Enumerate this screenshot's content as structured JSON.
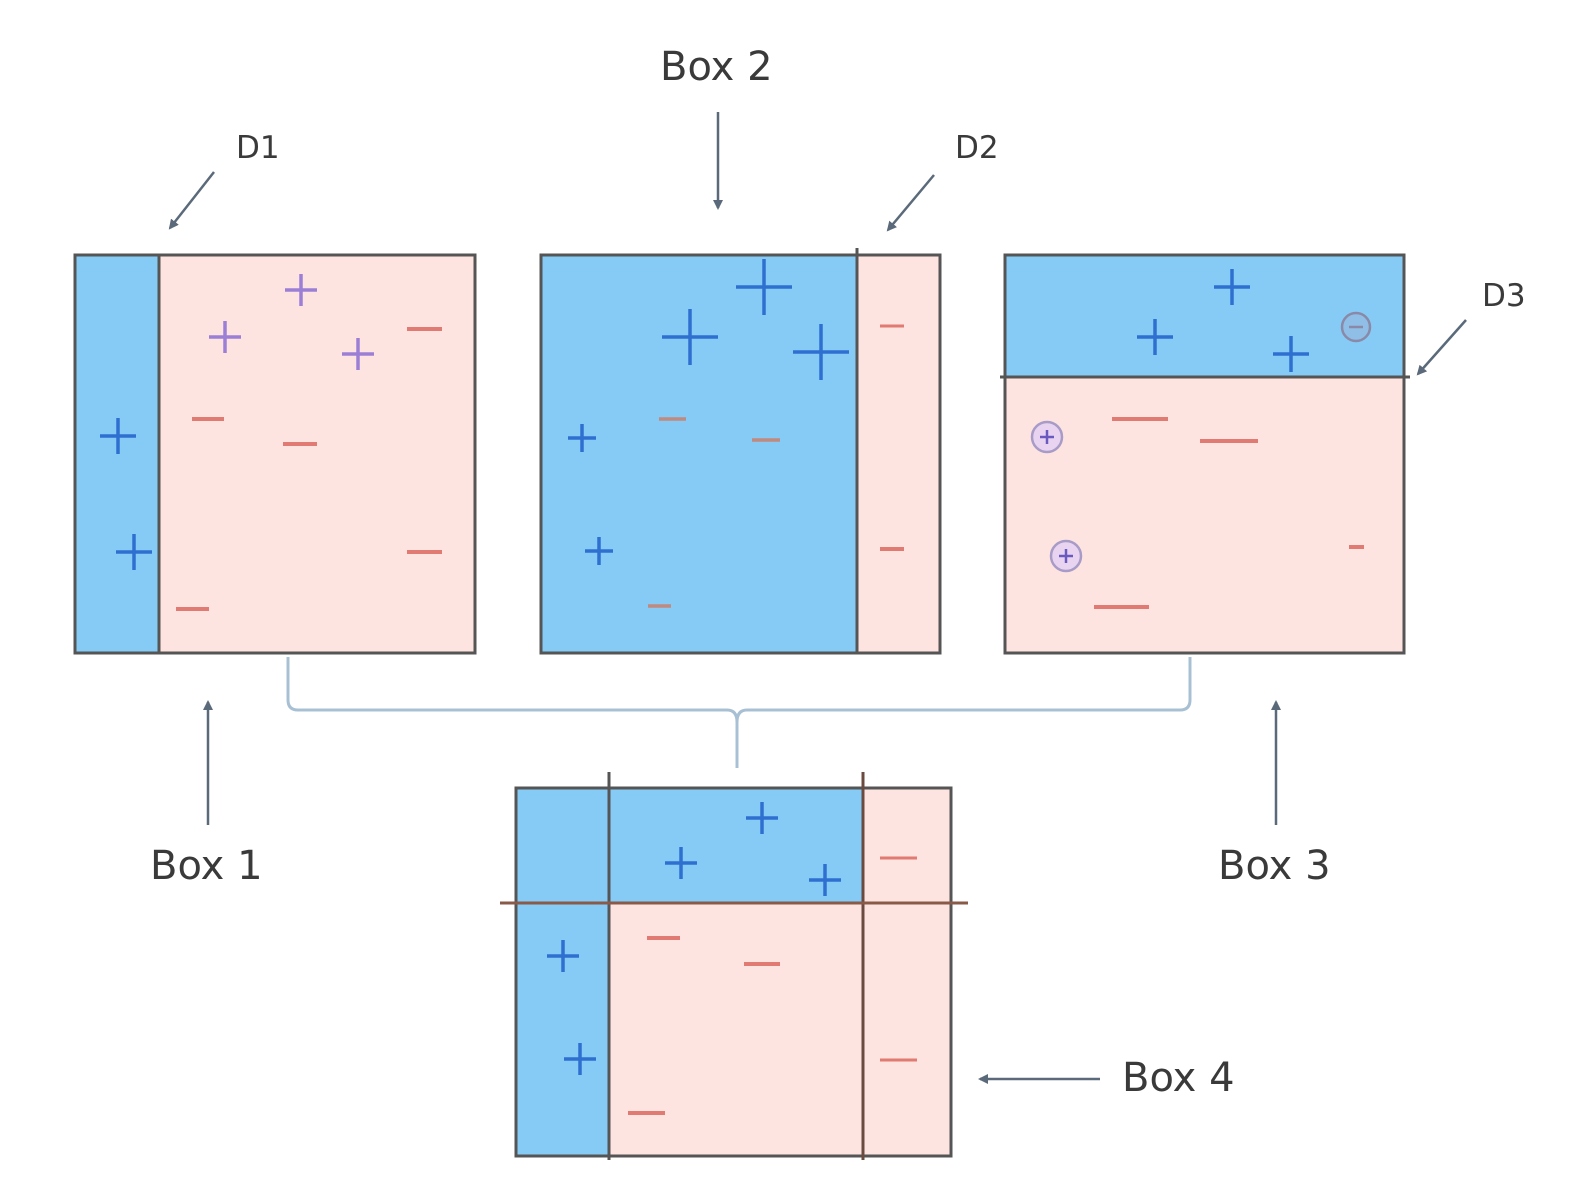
{
  "labels": {
    "box1": "Box 1",
    "box2": "Box 2",
    "box3": "Box 3",
    "box4": "Box 4",
    "d1": "D1",
    "d2": "D2",
    "d3": "D3"
  },
  "colors": {
    "positive_region": "#86cbf5",
    "negative_region": "#fde4e0",
    "plus_sign": "#2f6fd0",
    "plus_sign_weighted": "#9b7fd6",
    "minus_sign": "#e07a72",
    "border": "#555555",
    "decision_line": "#8a4a3a",
    "brace": "#a8c0d4",
    "arrow": "#5a6a7a"
  }
}
